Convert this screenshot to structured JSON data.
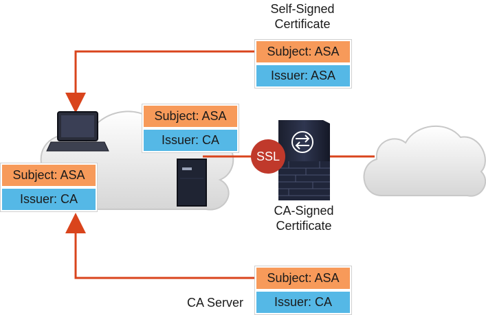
{
  "labels": {
    "self_signed": "Self-Signed\nCertificate",
    "ca_signed": "CA-Signed\nCertificate",
    "ca_server": "CA Server",
    "ssl": "SSL"
  },
  "certificates": {
    "top_right": {
      "subject": "Subject: ASA",
      "issuer": "Issuer: ASA"
    },
    "cloud_mid": {
      "subject": "Subject: ASA",
      "issuer": "Issuer: CA"
    },
    "left": {
      "subject": "Subject: ASA",
      "issuer": "Issuer: CA"
    },
    "bottom_right": {
      "subject": "Subject: ASA",
      "issuer": "Issuer: CA"
    }
  },
  "colors": {
    "subject_fill": "#f79a5a",
    "issuer_fill": "#55b8e6",
    "arrow": "#d9441c",
    "ssl_fill": "#c0392b"
  }
}
